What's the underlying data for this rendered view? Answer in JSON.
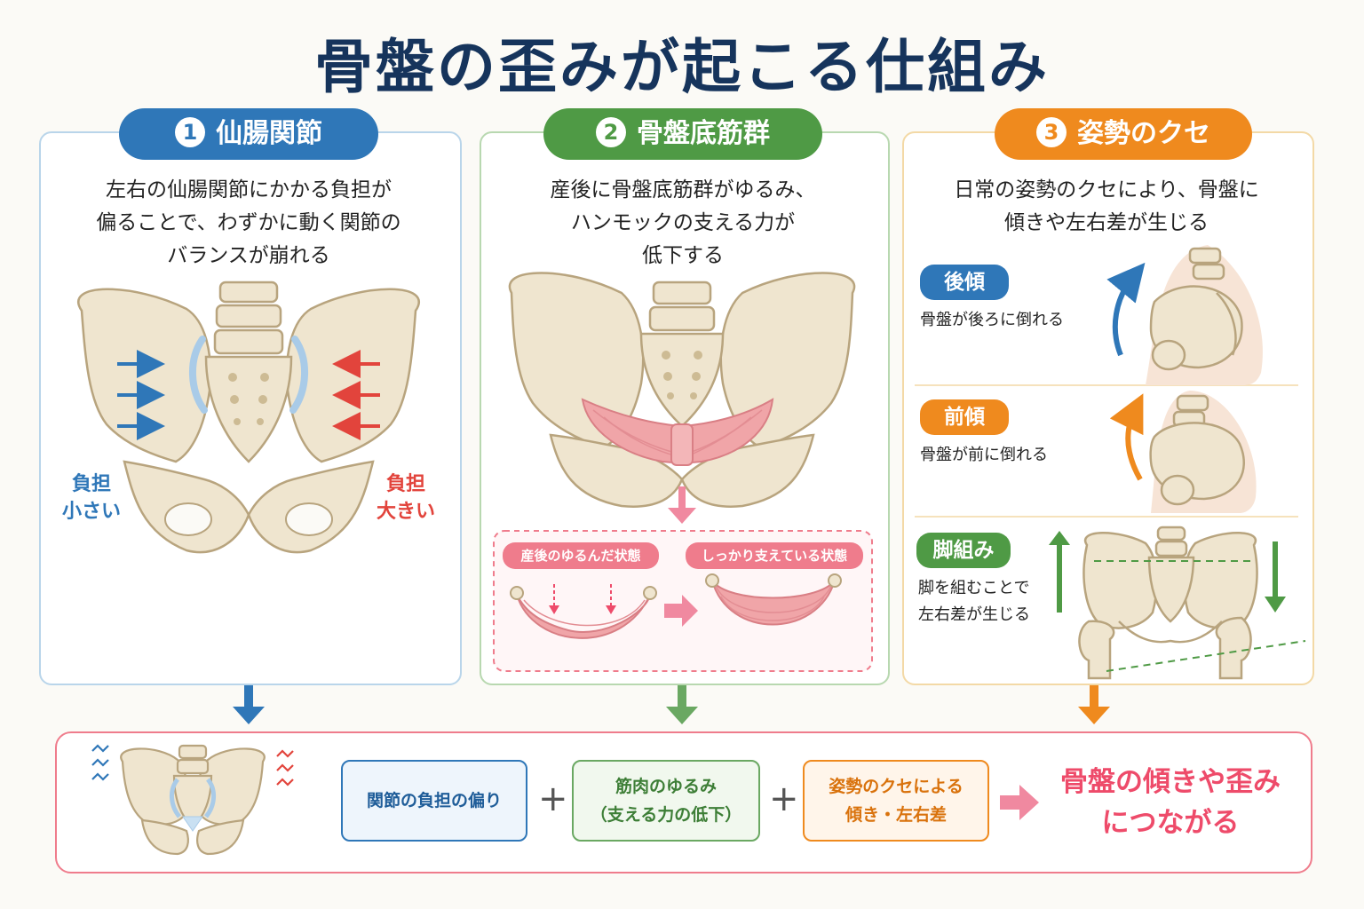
{
  "title": "骨盤の歪みが起こる仕組み",
  "colors": {
    "navy": "#16345c",
    "blue": "#2f77b8",
    "green": "#4f9a45",
    "orange": "#ef8a1e",
    "pink": "#ee4b6a",
    "bone": "#efe5cf",
    "muscle": "#f0a5a8"
  },
  "panel1": {
    "number": "1",
    "heading": "仙腸関節",
    "description": [
      "左右の仙腸関節にかかる負担が",
      "偏ることで、わずかに動く関節の",
      "バランスが崩れる"
    ],
    "left_load": [
      "負担",
      "小さい"
    ],
    "right_load": [
      "負担",
      "大きい"
    ]
  },
  "panel2": {
    "number": "2",
    "heading": "骨盤底筋群",
    "description": [
      "産後に骨盤底筋群がゆるみ、",
      "ハンモックの支える力が",
      "低下する"
    ],
    "state_loose": "産後のゆるんだ状態",
    "state_firm": "しっかり支えている状態"
  },
  "panel3": {
    "number": "3",
    "heading": "姿勢のクセ",
    "description": [
      "日常の姿勢のクセにより、骨盤に",
      "傾きや左右差が生じる"
    ],
    "items": [
      {
        "label": "後傾",
        "text": [
          "骨盤が後ろに倒れる"
        ]
      },
      {
        "label": "前傾",
        "text": [
          "骨盤が前に倒れる"
        ]
      },
      {
        "label": "脚組み",
        "text": [
          "脚を組むことで",
          "左右差が生じる"
        ]
      }
    ]
  },
  "summary": {
    "factor1": "関節の負担の偏り",
    "factor2": [
      "筋肉のゆるみ",
      "（支える力の低下）"
    ],
    "factor3": [
      "姿勢のクセによる",
      "傾き・左右差"
    ],
    "plus": "+",
    "result": [
      "骨盤の傾きや歪み",
      "につながる"
    ]
  }
}
